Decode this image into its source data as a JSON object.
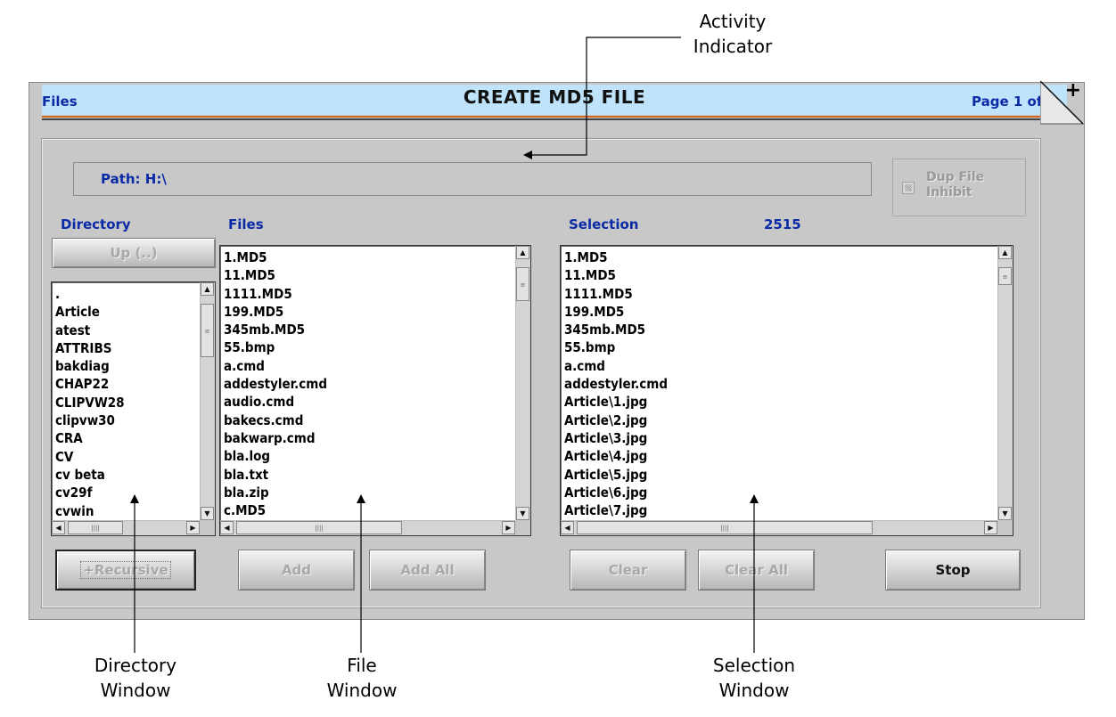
{
  "window": {
    "header_left": "Files",
    "title": "CREATE MD5 FILE",
    "page_indicator": "Page 1 of 2",
    "corner_icon": "plus-corner-icon"
  },
  "path": {
    "label": "Path:  H:\\"
  },
  "dup_file_inhibit": {
    "label_line1": "Dup File",
    "label_line2": "Inhibit",
    "checked": false
  },
  "directory": {
    "heading": "Directory",
    "up_button": "Up (..)",
    "items": [
      ".",
      "Article",
      "atest",
      "ATTRIBS",
      "bakdiag",
      "CHAP22",
      "CLIPVW28",
      "clipvw30",
      "CRA",
      "CV",
      "cv beta",
      "cv29f",
      "cvwin"
    ]
  },
  "files": {
    "heading": "Files",
    "items": [
      "1.MD5",
      "11.MD5",
      "1111.MD5",
      "199.MD5",
      "345mb.MD5",
      "55.bmp",
      "a.cmd",
      "addestyler.cmd",
      "audio.cmd",
      "bakecs.cmd",
      "bakwarp.cmd",
      "bla.log",
      "bla.txt",
      "bla.zip",
      "c.MD5"
    ]
  },
  "selection": {
    "heading": "Selection",
    "count": "2515",
    "items": [
      "1.MD5",
      "11.MD5",
      "1111.MD5",
      "199.MD5",
      "345mb.MD5",
      "55.bmp",
      "a.cmd",
      "addestyler.cmd",
      "Article\\1.jpg",
      "Article\\2.jpg",
      "Article\\3.jpg",
      "Article\\4.jpg",
      "Article\\5.jpg",
      "Article\\6.jpg",
      "Article\\7.jpg"
    ]
  },
  "buttons": {
    "recursive": "+Recursive",
    "add": "Add",
    "add_all": "Add All",
    "clear": "Clear",
    "clear_all": "Clear All",
    "stop": "Stop"
  },
  "callouts": {
    "activity": [
      "Activity",
      "Indicator"
    ],
    "directory": [
      "Directory",
      "Window"
    ],
    "file": [
      "File",
      "Window"
    ],
    "selection": [
      "Selection",
      "Window"
    ]
  },
  "colors": {
    "title_bar": "#bfe3fb",
    "heading_blue": "#0b2aa6",
    "window_bg": "#c8c8c8",
    "rule_orange": "#d2691e"
  }
}
